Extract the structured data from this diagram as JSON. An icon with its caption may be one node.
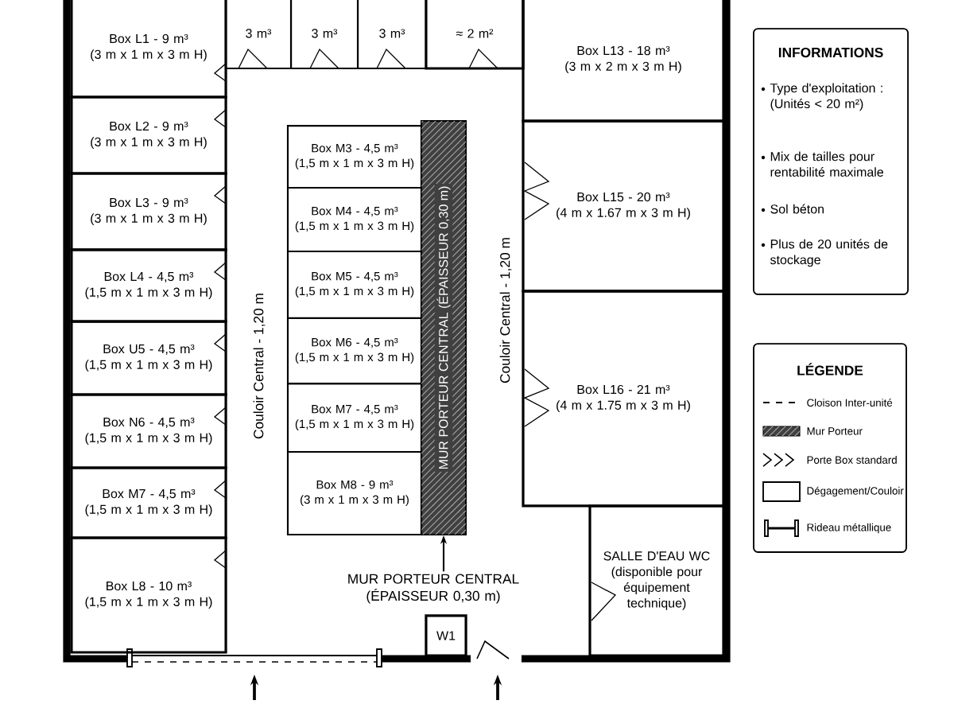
{
  "diagram": {
    "nodes": [
      {
        "text": [
          "Box L1 - 9 m³",
          "(3 m x 1 m x 3 m H)"
        ]
      },
      {
        "text": [
          "Box L2 - 9 m³",
          "(3 m x 1 m x 3 m H)"
        ]
      },
      {
        "text": [
          "Box L3 - 9 m³",
          "(3 m x 1 m x 3 m H)"
        ]
      },
      {
        "text": [
          "Box L4 - 4,5 m³",
          "(1,5 m x 1 m x 3 m H)"
        ]
      },
      {
        "text": [
          "Box U5 - 4,5 m³",
          "(1,5 m x 1 m x 3 m H)"
        ]
      },
      {
        "text": [
          "Box N6 - 4,5 m³",
          "(1,5 m x 1 m x 3 m H)"
        ]
      },
      {
        "text": [
          "Box M7 - 4,5 m³",
          "(1,5 m x 1 m x 3 m H)"
        ]
      },
      {
        "text": [
          "Box L8 - 10 m³",
          "(1,5 m x 1 m x 3 m H)"
        ]
      },
      {
        "text": [
          "3 m³"
        ]
      },
      {
        "text": [
          "3 m³"
        ]
      },
      {
        "text": [
          "3 m³"
        ]
      },
      {
        "text": [
          "≈ 2 m²"
        ]
      },
      {
        "text": [
          "Box L13 - 18 m³",
          "(3 m x 2 m x 3 m H)"
        ]
      },
      {
        "text": [
          "Box M3 - 4,5 m³",
          "(1,5 m x 1 m x 3 m H)"
        ]
      },
      {
        "text": [
          "Box M4 - 4,5 m³",
          "(1,5 m x 1 m x 3 m H)"
        ]
      },
      {
        "text": [
          "Box M5 - 4,5 m³",
          "(1,5 m x 1 m x 3 m H)"
        ]
      },
      {
        "text": [
          "Box M6 - 4,5 m³",
          "(1,5 m x 1 m x 3 m H)"
        ]
      },
      {
        "text": [
          "Box M7 - 4,5 m³",
          "(1,5 m x 1 m x 3 m H)"
        ]
      },
      {
        "text": [
          "Box M8 - 9 m³",
          "(3 m x 1 m x 3 m H)"
        ]
      },
      {
        "text": [
          "MUR PORTEUR CENTRAL (ÉPAISSEUR 0,30 m)"
        ]
      },
      {
        "text": [
          "Box L15 - 20 m³",
          "(4 m x 1.67 m x 3 m H)"
        ]
      },
      {
        "text": [
          "Box L16 - 21 m³",
          "(4 m x 1.75 m x 3 m H)"
        ]
      },
      {
        "text": [
          "SALLE D'EAU WC",
          "(disponible pour équipement technique)"
        ]
      },
      {
        "text": [
          "W1"
        ]
      },
      {
        "text": [
          "MUR PORTEUR CENTRAL (ÉPAISSEUR 0,30 m)"
        ]
      },
      {
        "text": [
          "INFORMATIONS",
          "Type d'exploitation : (Unités < 20 m²)",
          "Mix de tailles pour rentabilité maximale",
          "Sol béton",
          "Plus de 20 unités de stockage"
        ]
      },
      {
        "text": [
          "LÉGENDE"
        ]
      }
    ],
    "edges": [
      {
        "from": 24,
        "to": 19,
        "arrow": "to"
      }
    ],
    "labels": [
      "Couloir Central - 1,20 m",
      "Couloir Central - 1,20 m"
    ],
    "legend": [
      {
        "text": "Cloison Inter-unité"
      },
      {
        "text": "Mur Porteur"
      },
      {
        "text": "Porte Box standard"
      },
      {
        "text": "Dégagement/Couloir"
      },
      {
        "text": "Rideau métallique"
      }
    ]
  }
}
